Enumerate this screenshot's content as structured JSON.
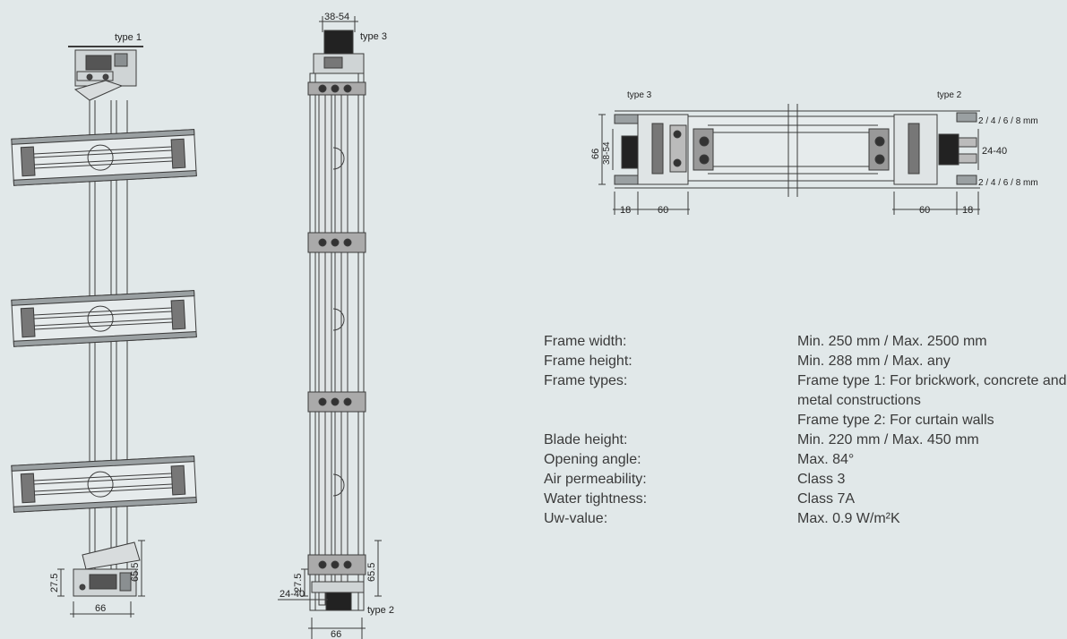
{
  "labels": {
    "type1": "type 1",
    "type2": "type 2",
    "type3": "type 3"
  },
  "dims_left": {
    "d275": "27.5",
    "d655": "65.5",
    "d66": "66"
  },
  "dims_middle": {
    "d3854": "38-54",
    "d275": "27.5",
    "d655": "65.5",
    "d2440": "24-40",
    "d66": "66"
  },
  "dims_plan": {
    "d66": "66",
    "d3854": "38-54",
    "d18a": "18",
    "d60a": "60",
    "d60b": "60",
    "d18b": "18",
    "d2468a": "2 / 4 / 6 / 8 mm",
    "d2440": "24-40",
    "d2468b": "2 / 4 / 6 / 8 mm"
  },
  "specs": [
    {
      "label": "Frame width:",
      "values": [
        "Min. 250 mm / Max. 2500 mm"
      ]
    },
    {
      "label": "Frame height:",
      "values": [
        "Min. 288 mm / Max. any"
      ]
    },
    {
      "label": "Frame types:",
      "values": [
        "Frame type 1: For brickwork, concrete and",
        "metal constructions",
        "Frame type 2: For curtain walls"
      ]
    },
    {
      "label": "Blade height:",
      "values": [
        "Min. 220 mm / Max. 450 mm"
      ]
    },
    {
      "label": "Opening angle:",
      "values": [
        "Max. 84°"
      ]
    },
    {
      "label": "Air permeability:",
      "values": [
        "Class 3"
      ]
    },
    {
      "label": "Water tightness:",
      "values": [
        "Class 7A"
      ]
    },
    {
      "label": "Uw-value:",
      "values": [
        "Max. 0.9 W/m²K"
      ]
    }
  ],
  "colors": {
    "background": "#e1e8e9",
    "line": "#3c3c3c",
    "text": "#3a3a3a"
  }
}
